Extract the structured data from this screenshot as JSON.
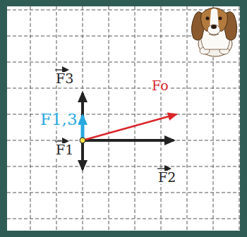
{
  "diagram": {
    "labels": [
      "F3",
      "F1,3",
      "F1",
      "Fo",
      "F2"
    ]
  }
}
